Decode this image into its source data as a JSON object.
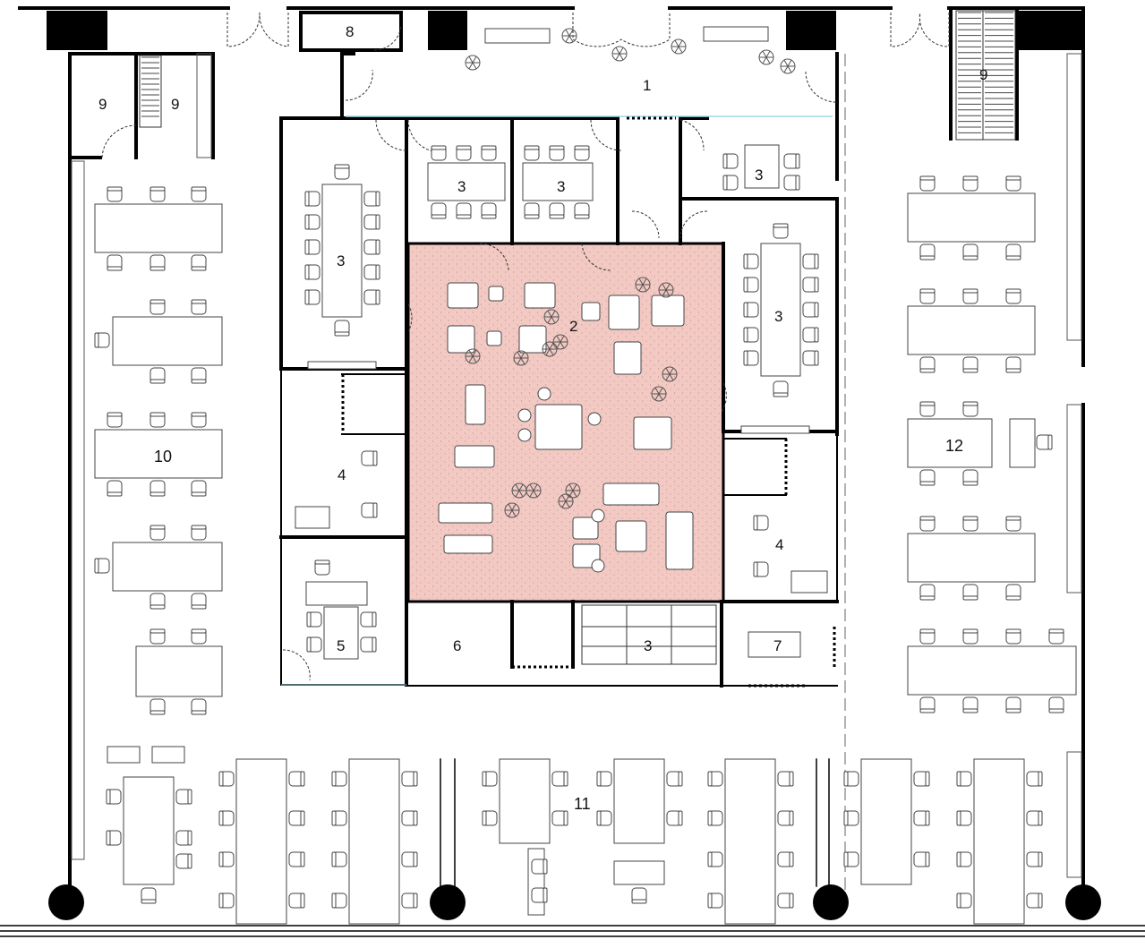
{
  "plan": {
    "labels": {
      "entrance": "1",
      "lounge": "2",
      "meeting_left_tall": "3",
      "meeting_small_a": "3",
      "meeting_small_b": "3",
      "meeting_top_right": "3",
      "meeting_right_tall": "3",
      "meeting_bottom": "3",
      "focus_left": "4",
      "focus_right": "4",
      "room_five": "5",
      "room_six": "6",
      "room_seven": "7",
      "room_eight": "8",
      "stair_left_a": "9",
      "stair_left_b": "9",
      "stair_right": "9",
      "workspace_left": "10",
      "workspace_bottom": "11",
      "workspace_right": "12"
    },
    "colors": {
      "wall": "#000000",
      "line": "#333333",
      "furniture": "#444444",
      "lounge_fill": "#f2c9c3",
      "glass": "#9fd8e6",
      "plant": "#666666"
    }
  }
}
